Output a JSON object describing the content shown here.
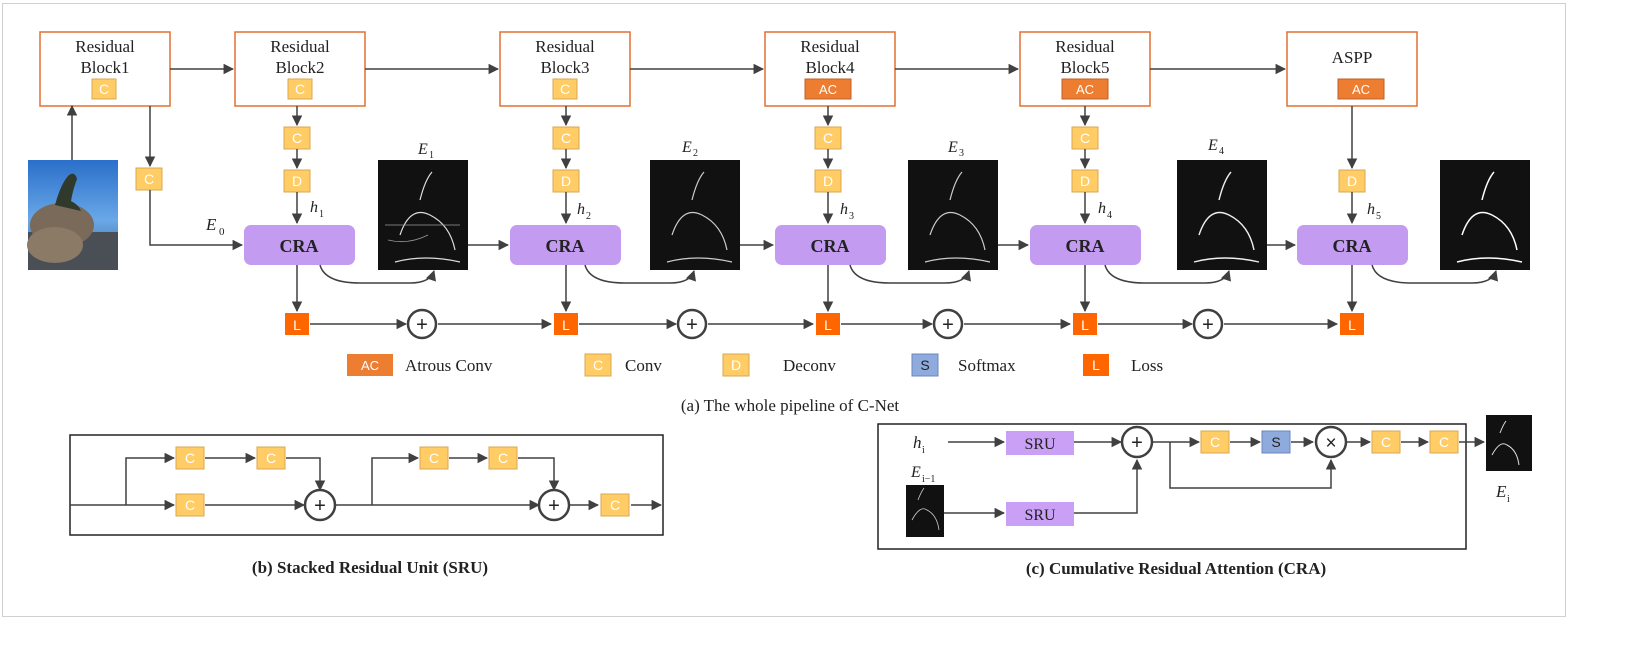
{
  "blocks": [
    {
      "line1": "Residual",
      "line2": "Block1",
      "badge": "C"
    },
    {
      "line1": "Residual",
      "line2": "Block2",
      "badge": "C"
    },
    {
      "line1": "Residual",
      "line2": "Block3",
      "badge": "C"
    },
    {
      "line1": "Residual",
      "line2": "Block4",
      "badge": "AC"
    },
    {
      "line1": "Residual",
      "line2": "Block5",
      "badge": "AC"
    },
    {
      "line1": "ASPP",
      "line2": "",
      "badge": "AC"
    }
  ],
  "cra_label": "CRA",
  "loss_label": "L",
  "conv_label": "C",
  "deconv_label": "D",
  "plus_symbol": "+",
  "times_symbol": "×",
  "edge_labels": {
    "e0": "E",
    "e0_sub": "0"
  },
  "edges": [
    {
      "main": "E",
      "sub": "1"
    },
    {
      "main": "E",
      "sub": "2"
    },
    {
      "main": "E",
      "sub": "3"
    },
    {
      "main": "E",
      "sub": "4"
    }
  ],
  "h_labels": [
    {
      "main": "h",
      "sub": "1"
    },
    {
      "main": "h",
      "sub": "2"
    },
    {
      "main": "h",
      "sub": "3"
    },
    {
      "main": "h",
      "sub": "4"
    },
    {
      "main": "h",
      "sub": "5"
    }
  ],
  "legend": [
    {
      "symbol": "AC",
      "label": "Atrous Conv",
      "color": "#ed7d31"
    },
    {
      "symbol": "C",
      "label": "Conv",
      "color": "#ffcc66"
    },
    {
      "symbol": "D",
      "label": "Deconv",
      "color": "#ffcc66"
    },
    {
      "symbol": "S",
      "label": "Softmax",
      "color": "#8faadc"
    },
    {
      "symbol": "L",
      "label": "Loss",
      "color": "#ff6600"
    }
  ],
  "caption_a": "(a) The whole pipeline of C-Net",
  "caption_b": "(b) Stacked Residual Unit (SRU)",
  "caption_c": "(c) Cumulative Residual Attention (CRA)",
  "sru": {
    "label": "SRU",
    "conv_label": "C"
  },
  "cra_detail": {
    "hi_main": "h",
    "hi_sub": "i",
    "ei1_main": "E",
    "ei1_sub": "i−1",
    "ei_main": "E",
    "ei_sub": "i",
    "sru_label": "SRU",
    "softmax_label": "S",
    "conv_label": "C"
  },
  "colors": {
    "block_border": "#e07030",
    "conv": "#ffcc66",
    "conv_border": "#d8a850",
    "atrous": "#ed7d31",
    "cra": "#c39bf0",
    "loss": "#ff6600",
    "softmax": "#8faadc",
    "sru": "#c9a0f5",
    "line": "#404040"
  }
}
